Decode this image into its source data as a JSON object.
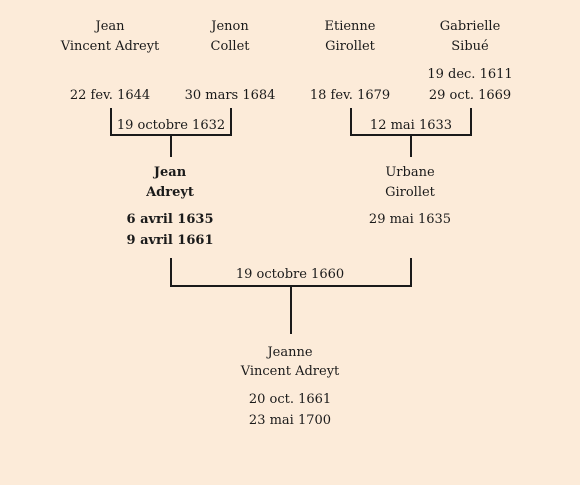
{
  "grandparents": {
    "paternal_grandfather": {
      "first": "Jean",
      "last": "Vincent Adreyt",
      "birth": "22 fev. 1644"
    },
    "paternal_grandmother": {
      "first": "Jenon",
      "last": "Collet",
      "birth": "30 mars 1684"
    },
    "maternal_grandfather": {
      "first": "Etienne",
      "last": "Girollet",
      "birth": "18 fev. 1679"
    },
    "maternal_grandmother": {
      "first": "Gabrielle",
      "last": "Sibué",
      "birth": "19 dec. 1611",
      "death": "29 oct. 1669"
    }
  },
  "marriages": {
    "paternal": "19 octobre 1632",
    "maternal": "12 mai 1633",
    "parents": "19 octobre 1660"
  },
  "parents": {
    "father": {
      "first": "Jean",
      "last": "Adreyt",
      "birth": "6 avril 1635",
      "death": "9 avril 1661"
    },
    "mother": {
      "first": "Urbane",
      "last": "Girollet",
      "birth": "29 mai 1635"
    }
  },
  "child": {
    "first": "Jeanne",
    "last": "Vincent Adreyt",
    "birth": "20 oct. 1661",
    "death": "23 mai 1700"
  },
  "colors": {
    "background": "#fcebd9",
    "line": "#1a1a1a"
  }
}
